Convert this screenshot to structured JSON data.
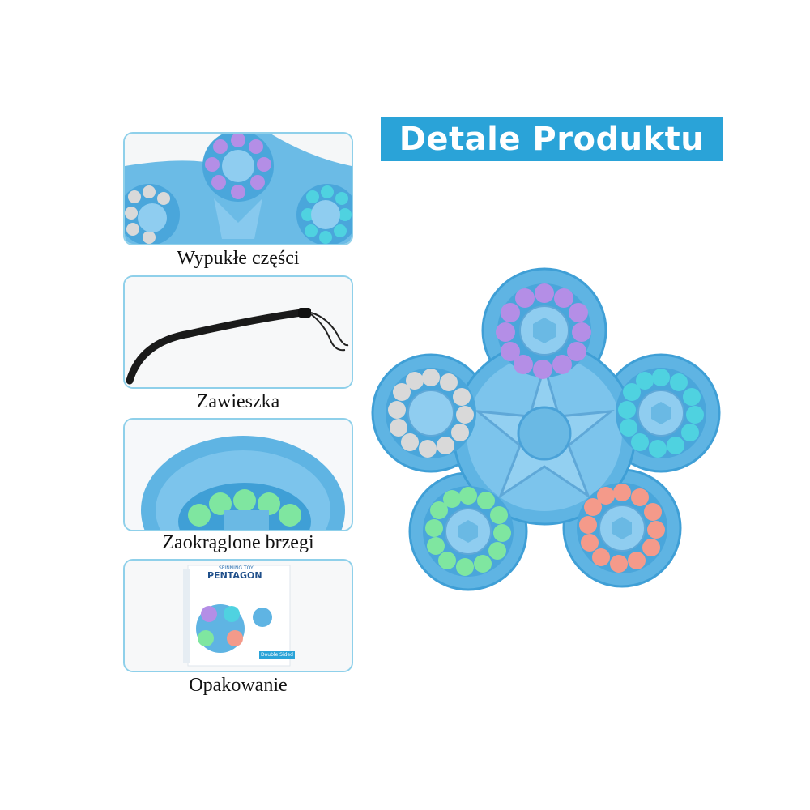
{
  "header": {
    "title": "Detale Produktu"
  },
  "details": [
    {
      "caption": "Wypukłe części"
    },
    {
      "caption": "Zawieszka"
    },
    {
      "caption": "Zaokrąglone brzegi"
    },
    {
      "caption": "Opakowanie"
    }
  ],
  "package": {
    "brand_line": "SPINNING TOY",
    "name": "PENTAGON",
    "badge": "Double Sided"
  },
  "colors": {
    "toy_blue": "#5fb4e3",
    "toy_blue_dark": "#3f9fd6",
    "accent_badge": "#2aa3d8",
    "bead_purple": "#b48ee6",
    "bead_cyan": "#4fd2e0",
    "bead_grey": "#d9d9d9",
    "bead_green": "#7fe6a0",
    "bead_salmon": "#f49a8a"
  }
}
